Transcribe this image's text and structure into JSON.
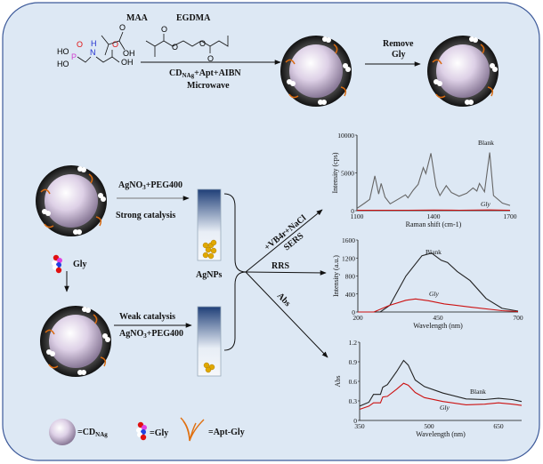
{
  "synthesis": {
    "monomer1": "MAA",
    "monomer2": "EGDMA",
    "conditions_line1_prefix": "CD",
    "conditions_line1_sub": "NAg",
    "conditions_line1_suffix": "+Apt+AIBN",
    "conditions_line2": "Microwave",
    "remove_step": "Remove",
    "remove_target": "Gly",
    "chem_labels": {
      "ho1": "HO",
      "ho2": "HO",
      "o_p": "O",
      "p": "P",
      "nh": "H",
      "n": "N",
      "o_c": "O",
      "oh": "OH",
      "maa_o": "O",
      "maa_oh": "OH",
      "eg_o1": "O",
      "eg_o2": "O",
      "eg_o3": "O",
      "eg_o4": "O"
    }
  },
  "detection": {
    "strong_reagent_prefix": "AgNO",
    "strong_reagent_sub": "3",
    "strong_reagent_suffix": "+PEG400",
    "strong_label": "Strong catalysis",
    "gly_label": "Gly",
    "weak_label": "Weak catalysis",
    "weak_reagent_prefix": "AgNO",
    "weak_reagent_sub": "3",
    "weak_reagent_suffix": "+PEG400",
    "agnps_label": "AgNPs",
    "sers_reagent": "+VB4r+NaCl",
    "sers_label": "SERS",
    "rrs_label": "RRS",
    "abs_label": "Abs"
  },
  "legend": {
    "cd_prefix": "=CD",
    "cd_sub": "NAg",
    "gly": "=Gly",
    "apt_gly": "=Apt-Gly"
  },
  "colors": {
    "panel": "#dde8f4",
    "border": "#3d5a9a",
    "blank": "#222222",
    "gly": "#cc1111",
    "sers_blank": "#666666"
  },
  "chart_data": [
    {
      "type": "line",
      "title": "SERS",
      "xlabel": "Raman shift (cm-1)",
      "ylabel": "Intensity (cps)",
      "xlim": [
        1100,
        1700
      ],
      "ylim": [
        0,
        10000
      ],
      "xticks": [
        "1100",
        "1400",
        "1700"
      ],
      "yticks": [
        "0",
        "5000",
        "10000"
      ],
      "series": [
        {
          "name": "Blank",
          "x": [
            1100,
            1130,
            1150,
            1170,
            1185,
            1195,
            1210,
            1230,
            1260,
            1290,
            1300,
            1320,
            1340,
            1360,
            1370,
            1390,
            1410,
            1425,
            1450,
            1470,
            1500,
            1530,
            1555,
            1570,
            1580,
            1600,
            1620,
            1635,
            1670,
            1700
          ],
          "y": [
            300,
            1000,
            1500,
            4600,
            2200,
            3600,
            1800,
            900,
            1500,
            2100,
            1700,
            2700,
            3500,
            5700,
            4900,
            7600,
            3200,
            2000,
            3300,
            2400,
            1900,
            2300,
            3000,
            2600,
            3600,
            2500,
            7700,
            2000,
            1000,
            700
          ]
        },
        {
          "name": "Gly",
          "x": [
            1100,
            1300,
            1400,
            1500,
            1620,
            1700
          ],
          "y": [
            50,
            60,
            80,
            60,
            90,
            50
          ]
        }
      ]
    },
    {
      "type": "line",
      "title": "RRS",
      "xlabel": "Wavelength (nm)",
      "ylabel": "Intensity (a.u.)",
      "xlim": [
        200,
        700
      ],
      "ylim": [
        0,
        1600
      ],
      "xticks": [
        "200",
        "450",
        "700"
      ],
      "yticks": [
        "0",
        "400",
        "800",
        "1200",
        "1600"
      ],
      "series": [
        {
          "name": "Blank",
          "x": [
            200,
            270,
            300,
            350,
            400,
            430,
            460,
            480,
            510,
            550,
            600,
            650,
            700
          ],
          "y": [
            0,
            0,
            150,
            800,
            1250,
            1310,
            1150,
            1100,
            900,
            700,
            300,
            80,
            20
          ]
        },
        {
          "name": "Gly",
          "x": [
            200,
            250,
            300,
            350,
            380,
            420,
            470,
            550,
            650,
            700
          ],
          "y": [
            0,
            0,
            150,
            260,
            290,
            250,
            180,
            110,
            30,
            10
          ]
        }
      ]
    },
    {
      "type": "line",
      "title": "Abs",
      "xlabel": "Wavelength (nm)",
      "ylabel": "Abs",
      "xlim": [
        350,
        700
      ],
      "ylim": [
        0,
        1.2
      ],
      "xticks": [
        "350",
        "500",
        "650"
      ],
      "yticks": [
        "0",
        "0.3",
        "0.6",
        "0.9",
        "1.2"
      ],
      "series": [
        {
          "name": "Blank",
          "x": [
            350,
            370,
            380,
            395,
            400,
            410,
            430,
            445,
            455,
            470,
            490,
            530,
            580,
            620,
            650,
            680,
            700
          ],
          "y": [
            0.22,
            0.28,
            0.4,
            0.4,
            0.51,
            0.55,
            0.75,
            0.92,
            0.85,
            0.62,
            0.52,
            0.42,
            0.33,
            0.32,
            0.34,
            0.32,
            0.29
          ]
        },
        {
          "name": "Gly",
          "x": [
            350,
            370,
            380,
            395,
            400,
            410,
            430,
            445,
            455,
            470,
            490,
            530,
            580,
            620,
            650,
            680,
            700
          ],
          "y": [
            0.17,
            0.22,
            0.27,
            0.27,
            0.36,
            0.37,
            0.48,
            0.57,
            0.54,
            0.43,
            0.35,
            0.29,
            0.24,
            0.25,
            0.27,
            0.25,
            0.23
          ]
        }
      ]
    }
  ]
}
